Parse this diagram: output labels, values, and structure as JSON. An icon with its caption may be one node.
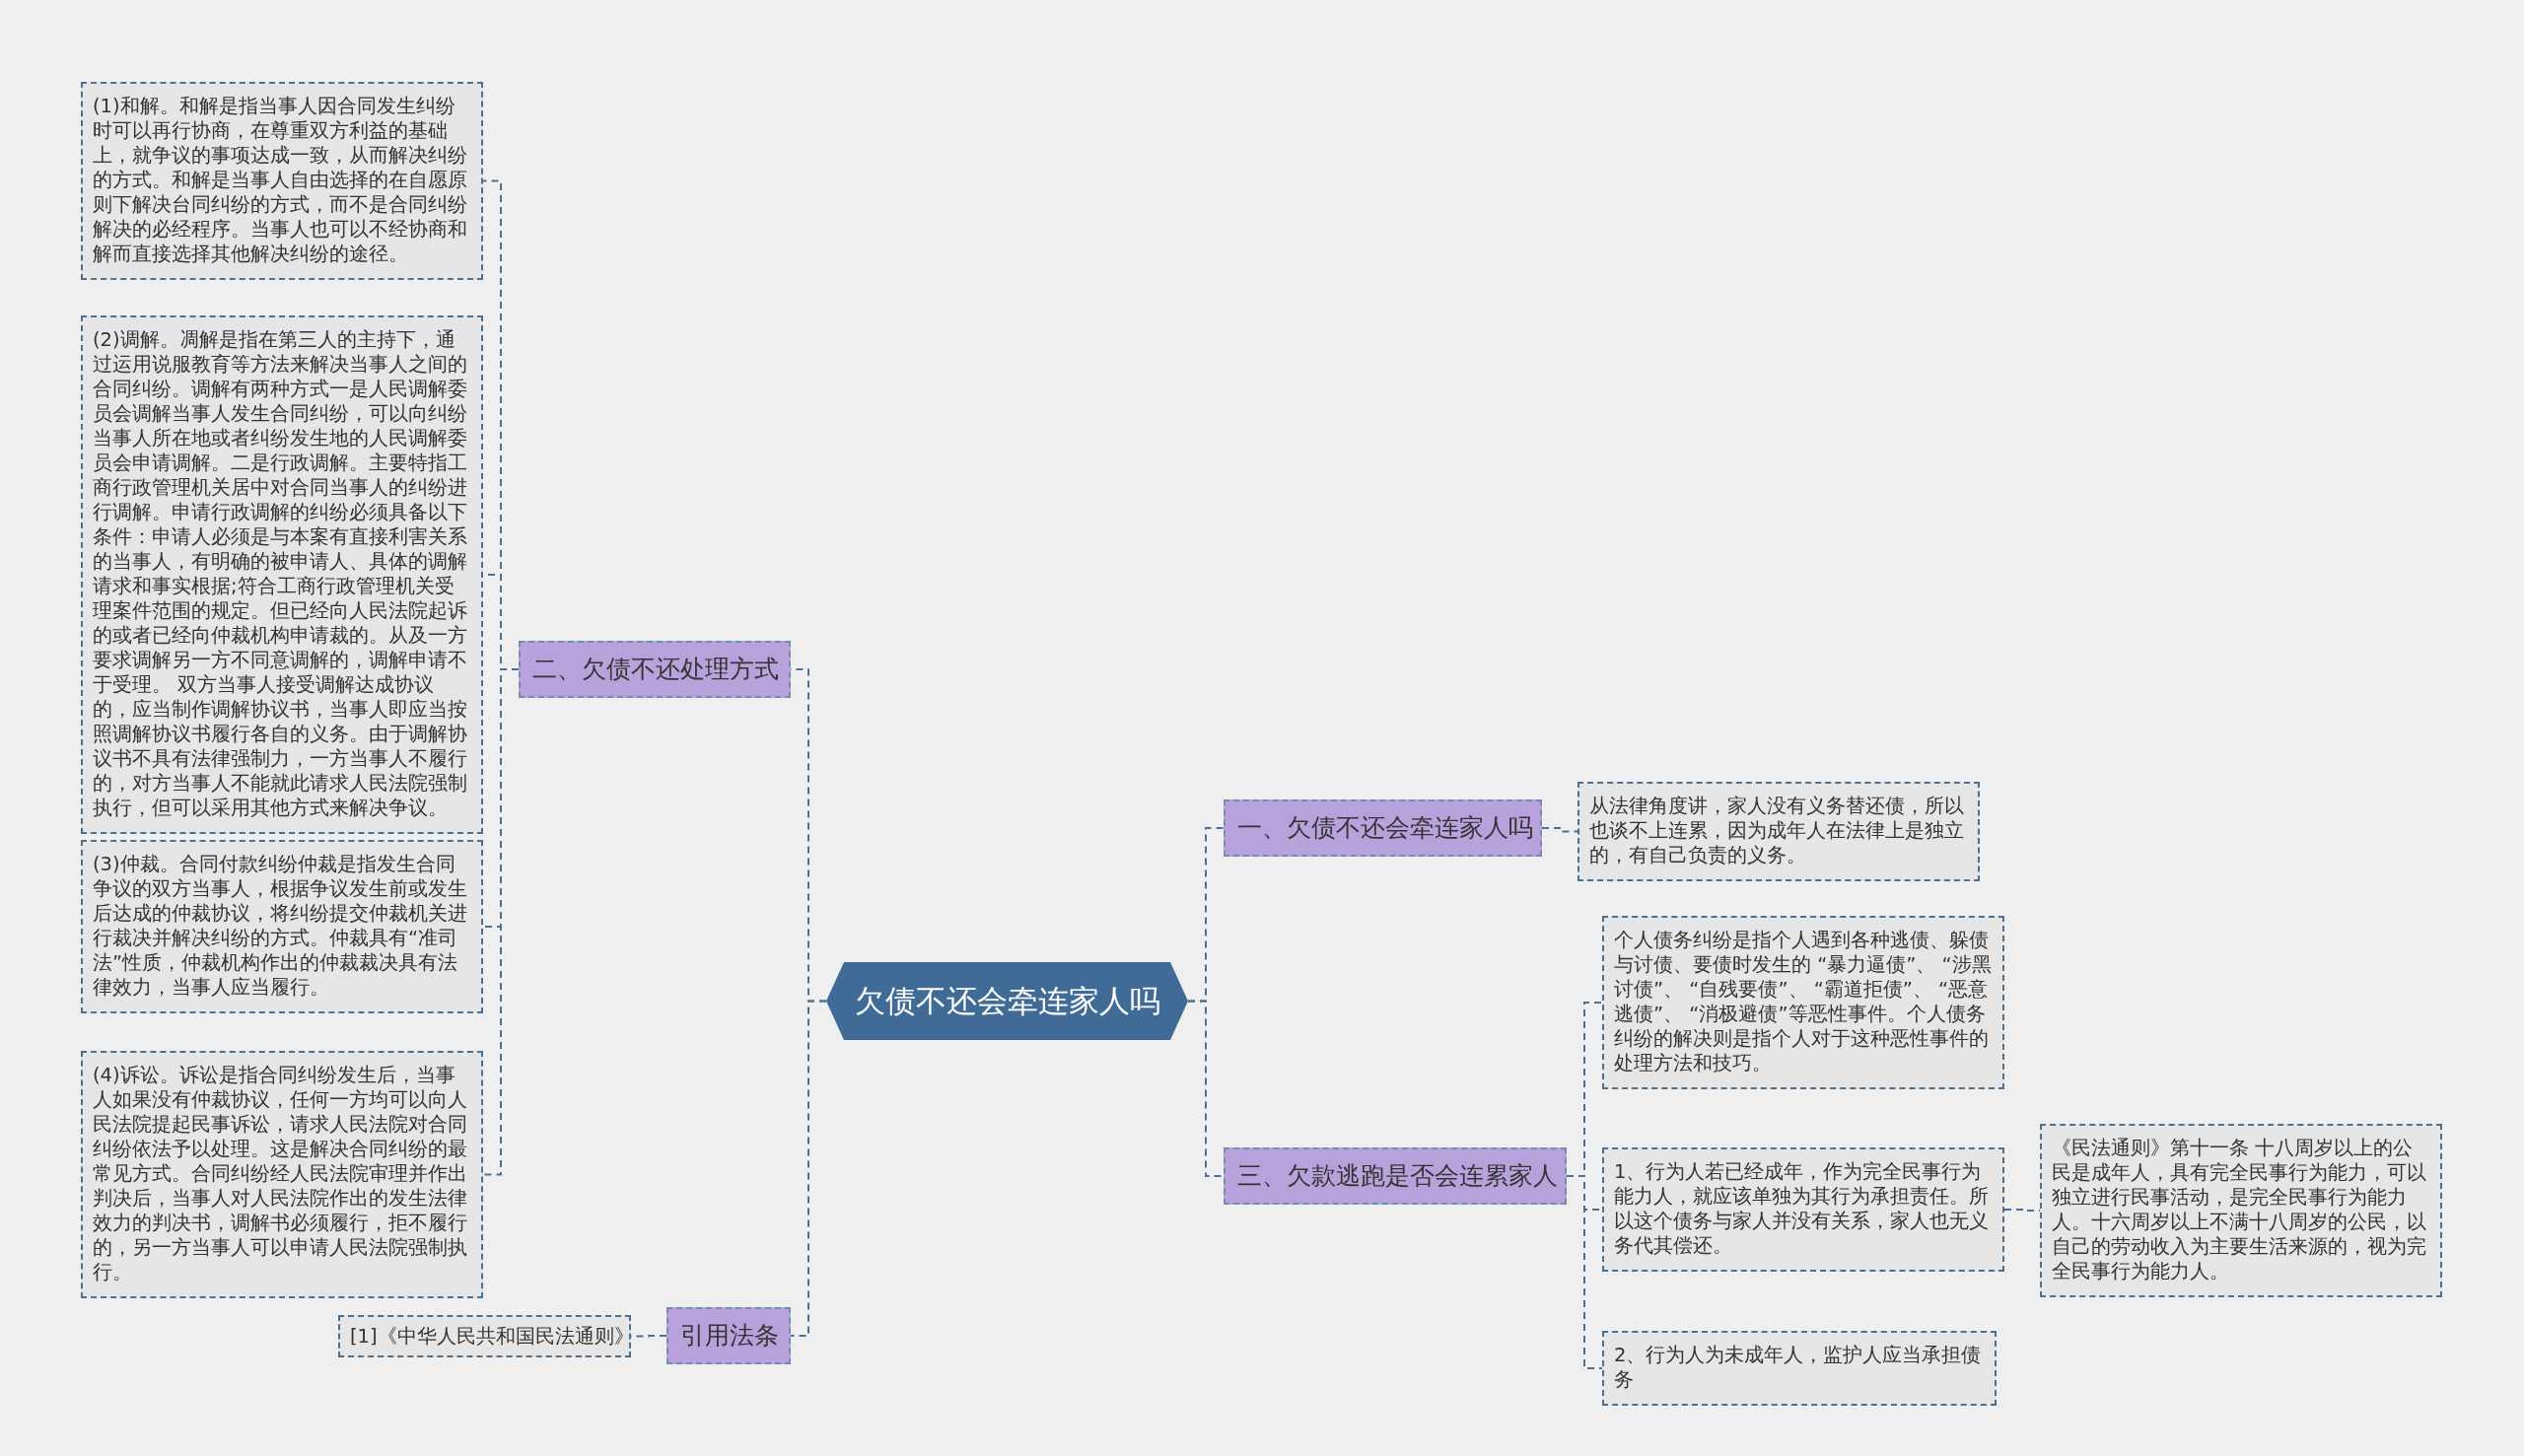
{
  "diagram": {
    "nodes": [
      {
        "text": [
          "欠债不还会牵连家人吗"
        ]
      },
      {
        "text": [
          "一、欠债不还会牵连家人吗"
        ]
      },
      {
        "text": [
          "从法律角度讲，家人没有义务替还债，所以也谈不上连累，因为成年人在法律上是独立的，有自己负责的义务。"
        ]
      },
      {
        "text": [
          "三、欠款逃跑是否会连累家人"
        ]
      },
      {
        "text": [
          "个人债务纠纷是指个人遇到各种逃债、躲债与讨债、要债时发生的 “暴力逼债”、 “涉黑讨债”、 “自残要债”、 “霸道拒债”、 “恶意逃债”、 “消极避债”等恶性事件。个人债务纠纷的解决则是指个人对于这种恶性事件的处理方法和技巧。"
        ]
      },
      {
        "text": [
          "1、行为人若已经成年，作为完全民事行为能力人，就应该单独为其行为承担责任。所以这个债务与家人并没有关系，家人也无义务代其偿还。"
        ]
      },
      {
        "text": [
          "《民法通则》第十一条 十八周岁以上的公民是成年人，具有完全民事行为能力，可以独立进行民事活动，是完全民事行为能力人。十六周岁以上不满十八周岁的公民，以自己的劳动收入为主要生活来源的，视为完全民事行为能力人。"
        ]
      },
      {
        "text": [
          "2、行为人为未成年人，监护人应当承担债务"
        ]
      },
      {
        "text": [
          "二、欠债不还处理方式"
        ]
      },
      {
        "text": [
          "(1)和解。和解是指当事人因合同发生纠纷时可以再行协商，在尊重双方利益的基础上，就争议的事项达成一致，从而解决纠纷的方式。和解是当事人自由选择的在自愿原则下解决台同纠纷的方式，而不是合同纠纷解决的必经程序。当事人也可以不经协商和解而直接选择其他解决纠纷的途径。"
        ]
      },
      {
        "text": [
          "(2)调解。凋解是指在第三人的主持下，通过运用说服教育等方法来解决当事人之间的合同纠纷。调解有两种方式一是人民调解委员会调解当事人发生合同纠纷，可以向纠纷当事人所在地或者纠纷发生地的人民调解委员会申请调解。二是行政调解。主要特指工商行政管理机关居中对合同当事人的纠纷进行调解。申请行政调解的纠纷必须具备以下条件：申请人必须是与本案有直接利害关系的当事人，有明确的被申请人、具体的调解请求和事实根据;符合工商行政管理机关受理案件范围的规定。但已经向人民法院起诉的或者已经向仲裁机构申请裁的。从及一方要求调解另一方不同意调解的，调解申请不于受理。 双方当事人接受调解达成协议的，应当制作调解协议书，当事人即应当按照调解协议书履行各自的义务。由于调解协议书不具有法律强制力，一方当事人不履行的，对方当事人不能就此请求人民法院强制执行，但可以采用其他方式来解决争议。"
        ]
      },
      {
        "text": [
          "(3)仲裁。合同付款纠纷仲裁是指发生合同争议的双方当事人，根据争议发生前或发生后达成的仲裁协议，将纠纷提交仲裁机关进行裁决并解决纠纷的方式。仲裁具有“准司法”性质，仲裁机构作出的仲裁裁决具有法律效力，当事人应当履行。"
        ]
      },
      {
        "text": [
          "(4)诉讼。诉讼是指合同纠纷发生后，当事人如果没有仲裁协议，任何一方均可以向人民法院提起民事诉讼，请求人民法院对合同纠纷依法予以处理。这是解决合同纠纷的最常见方式。合同纠纷经人民法院审理并作出判决后，当事人对人民法院作出的发生法律效力的判决书，调解书必须履行，拒不履行的，另一方当事人可以申请人民法院强制执行。"
        ]
      },
      {
        "text": [
          "引用法条"
        ]
      },
      {
        "text": [
          "[1]《中华人民共和国民法通则》"
        ]
      }
    ],
    "edges": [
      {
        "from": 0,
        "to": 1,
        "arrow": "none"
      },
      {
        "from": 1,
        "to": 2,
        "arrow": "none"
      },
      {
        "from": 0,
        "to": 3,
        "arrow": "none"
      },
      {
        "from": 3,
        "to": 4,
        "arrow": "none"
      },
      {
        "from": 3,
        "to": 5,
        "arrow": "none"
      },
      {
        "from": 5,
        "to": 6,
        "arrow": "none"
      },
      {
        "from": 3,
        "to": 7,
        "arrow": "none"
      },
      {
        "from": 0,
        "to": 8,
        "arrow": "none"
      },
      {
        "from": 8,
        "to": 9,
        "arrow": "none"
      },
      {
        "from": 8,
        "to": 10,
        "arrow": "none"
      },
      {
        "from": 8,
        "to": 11,
        "arrow": "none"
      },
      {
        "from": 8,
        "to": 12,
        "arrow": "none"
      },
      {
        "from": 0,
        "to": 13,
        "arrow": "none"
      },
      {
        "from": 13,
        "to": 14,
        "arrow": "none"
      }
    ]
  }
}
